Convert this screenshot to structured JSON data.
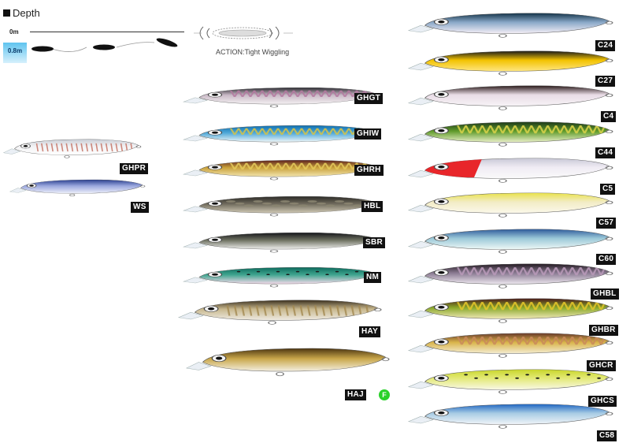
{
  "depth": {
    "title": "Depth",
    "surface_label": "0m",
    "max_label": "0.8m"
  },
  "action": {
    "caption": "ACTION:Tight Wiggling"
  },
  "colors": {
    "scale_top": "#5fc4ef",
    "scale_bottom": "#d6f0fc",
    "code_bg": "#111111",
    "floating_badge": "#2ad12a"
  },
  "floating_badge": "F",
  "lures": [
    {
      "code": "GHPR",
      "back": "#c9ced6",
      "body": "#f2f2f4",
      "belly": "#ffffff",
      "accent": "#c26a5a",
      "pattern": "stripes"
    },
    {
      "code": "WS",
      "back": "#2a3f8e",
      "body": "#9aa7de",
      "belly": "#eef0fa",
      "accent": "#6b7fd0",
      "pattern": "plain"
    },
    {
      "code": "GHGT",
      "back": "#2a2a30",
      "body": "#c9b9c6",
      "belly": "#f4f0f2",
      "accent": "#b37aa0",
      "pattern": "scales"
    },
    {
      "code": "GHIW",
      "back": "#0f6fae",
      "body": "#4fa8d8",
      "belly": "#eef6f8",
      "accent": "#d2c24a",
      "pattern": "scales"
    },
    {
      "code": "GHRH",
      "back": "#5a1e1e",
      "body": "#c9a13a",
      "belly": "#f3e6b0",
      "accent": "#e3c95a",
      "pattern": "scales"
    },
    {
      "code": "HBL",
      "back": "#2b2a26",
      "body": "#6f6a5c",
      "belly": "#cfc8b4",
      "accent": "#8a8470",
      "pattern": "mottle"
    },
    {
      "code": "SBR",
      "back": "#14151a",
      "body": "#6d7060",
      "belly": "#f0f0ee",
      "accent": "#b8b89a",
      "pattern": "plain"
    },
    {
      "code": "NM",
      "back": "#0d6a5c",
      "body": "#3fa58f",
      "belly": "#f4d9ea",
      "accent": "#c0608f",
      "pattern": "dots"
    },
    {
      "code": "HAY",
      "back": "#3a2f1e",
      "body": "#c9b98f",
      "belly": "#eeeae2",
      "accent": "#a48a52",
      "pattern": "stripes"
    },
    {
      "code": "HAJ",
      "back": "#4b3410",
      "body": "#c9a74a",
      "belly": "#f4efe2",
      "accent": "#8a6a20",
      "pattern": "plain"
    },
    {
      "code": "C24",
      "back": "#14344a",
      "body": "#8aa8c8",
      "belly": "#f4eef6",
      "accent": "#d8c8e8",
      "pattern": "plain"
    },
    {
      "code": "C27",
      "back": "#1a1a1a",
      "body": "#f2c200",
      "belly": "#ffe680",
      "accent": "#f6d540",
      "pattern": "plain"
    },
    {
      "code": "C4",
      "back": "#2a1a1a",
      "body": "#e9dce6",
      "belly": "#f7f3f6",
      "accent": "#c7a6c6",
      "pattern": "plain"
    },
    {
      "code": "C44",
      "back": "#1e3a1a",
      "body": "#5f9a2a",
      "belly": "#e8efc6",
      "accent": "#d9d24a",
      "pattern": "scales"
    },
    {
      "code": "C5",
      "back": "#c8c8d6",
      "body": "#f0ecf4",
      "belly": "#fafafa",
      "accent": "#e8262a",
      "pattern": "redhead"
    },
    {
      "code": "C57",
      "back": "#e9e24a",
      "body": "#f2ecc6",
      "belly": "#fbf8ea",
      "accent": "#f07a2a",
      "pattern": "plain"
    },
    {
      "code": "C60",
      "back": "#2d5a9a",
      "body": "#9ac8d8",
      "belly": "#eef8f6",
      "accent": "#2fc0a6",
      "pattern": "plain"
    },
    {
      "code": "GHBL",
      "back": "#241a22",
      "body": "#8a7a92",
      "belly": "#ece6ee",
      "accent": "#b89ab8",
      "pattern": "scales"
    },
    {
      "code": "GHBR",
      "back": "#4a1a1a",
      "body": "#8aa82a",
      "belly": "#f0e8b6",
      "accent": "#e2c62a",
      "pattern": "scales"
    },
    {
      "code": "GHCR",
      "back": "#6a3a2a",
      "body": "#d9b44a",
      "belly": "#f4ecd0",
      "accent": "#c98a5a",
      "pattern": "scales"
    },
    {
      "code": "GHCS",
      "back": "#c9d62a",
      "body": "#e4ea7a",
      "belly": "#f8f8e6",
      "accent": "#d4d06a",
      "pattern": "dots"
    },
    {
      "code": "C58",
      "back": "#1f66c2",
      "body": "#a8cce4",
      "belly": "#f0f4f8",
      "accent": "#4a8ad0",
      "pattern": "plain"
    }
  ]
}
